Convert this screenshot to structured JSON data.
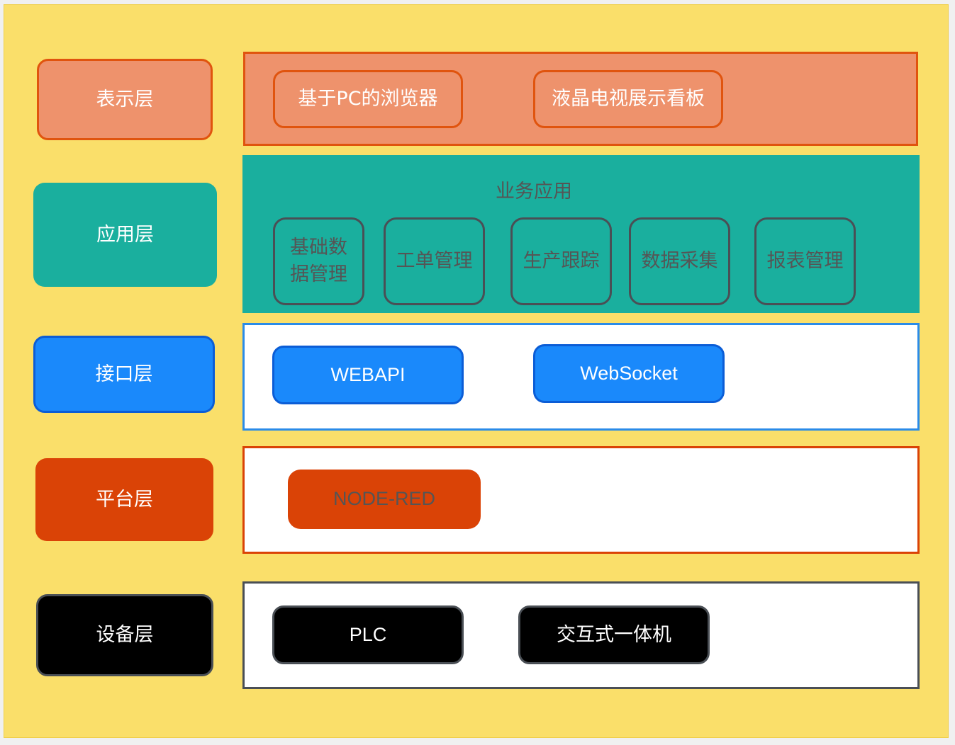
{
  "layers": {
    "presentation": {
      "label": "表示层",
      "items": [
        "基于PC的浏览器",
        "液晶电视展示看板"
      ]
    },
    "application": {
      "label": "应用层",
      "title": "业务应用",
      "items": [
        "基础数\n据管理",
        "工单管理",
        "生产跟踪",
        "数据采集",
        "报表管理"
      ]
    },
    "interface": {
      "label": "接口层",
      "items": [
        "WEBAPI",
        "WebSocket"
      ]
    },
    "platform": {
      "label": "平台层",
      "items": [
        "NODE-RED"
      ]
    },
    "device": {
      "label": "设备层",
      "items": [
        "PLC",
        "交互式一体机"
      ]
    }
  },
  "colors": {
    "background": "#fadf6a",
    "presentation": "#ee926c",
    "application": "#1aaf9e",
    "interface": "#1a89fb",
    "platform": "#da4306",
    "device": "#000000"
  }
}
